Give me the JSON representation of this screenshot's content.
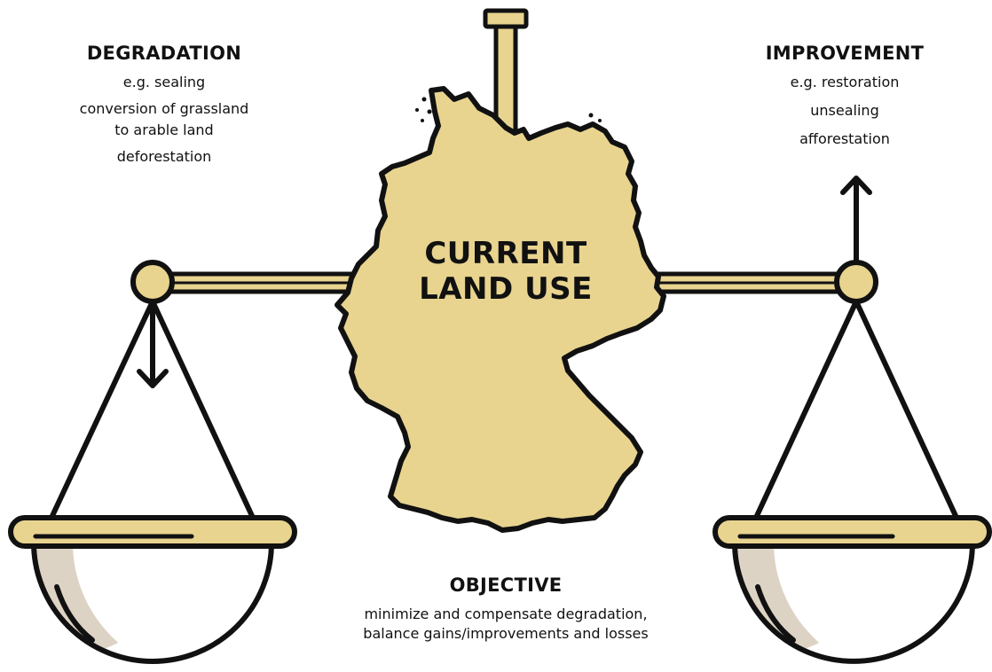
{
  "degradation": {
    "heading": "DEGRADATION",
    "examples": [
      "e.g. sealing",
      "conversion of grassland",
      "to arable land",
      "deforestation"
    ]
  },
  "improvement": {
    "heading": "IMPROVEMENT",
    "examples": [
      "e.g. restoration",
      "unsealing",
      "afforestation"
    ]
  },
  "center": {
    "line1": "CURRENT",
    "line2": "LAND USE"
  },
  "objective": {
    "heading": "OBJECTIVE",
    "lines": [
      "minimize and compensate degradation,",
      "balance gains/improvements and losses"
    ]
  },
  "colors": {
    "fill": "#e8d48f",
    "outline": "#111111",
    "bowl_shadow": "#ddd3c4",
    "background": "#ffffff"
  }
}
